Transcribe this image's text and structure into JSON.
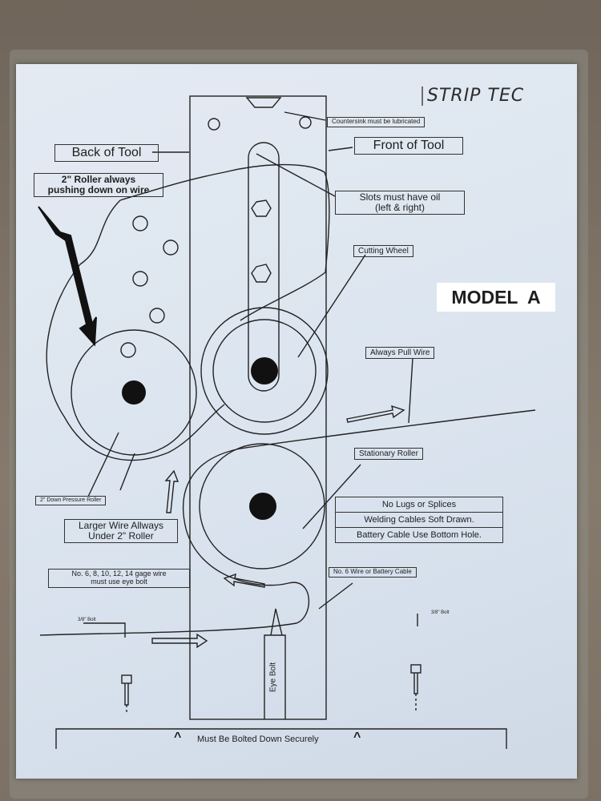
{
  "header": {
    "handwritten_title": "STRIP TEC",
    "model_label": "MODEL  A"
  },
  "labels": {
    "countersink": "Countersink must be lubricated",
    "back_of_tool": "Back of Tool",
    "front_of_tool": "Front of Tool",
    "roller_note_line1": "2\" Roller always",
    "roller_note_line2": "pushing down on wire",
    "slots_line1": "Slots must have oil",
    "slots_line2": "(left & right)",
    "cutting_wheel": "Cutting Wheel",
    "always_pull_wire": "Always Pull Wire",
    "stationary_roller": "Stationary Roller",
    "down_pressure_roller": "2\" Down Pressure Roller",
    "larger_wire_line1": "Larger Wire Allways",
    "larger_wire_line2": "Under 2\" Roller",
    "no_lugs": "No Lugs or Splices",
    "welding_cables": "Welding Cables Soft Drawn.",
    "battery_cable": "Battery Cable Use Bottom Hole.",
    "gage_wire_line1": "No. 6, 8, 10, 12, 14 gage wire",
    "gage_wire_line2": "must use eye bolt",
    "no6_wire": "No. 6 Wire or Battery Cable",
    "bolt_left": "3/8\" Bolt",
    "bolt_right": "3/8\" Bolt",
    "eye_bolt": "Eye Bolt",
    "bolted_down": "Must Be Bolted Down Securely",
    "caret": "^"
  },
  "colors": {
    "paper": "#dde6f0",
    "ink": "#1e1e1e",
    "wall": "#7a6e62"
  }
}
